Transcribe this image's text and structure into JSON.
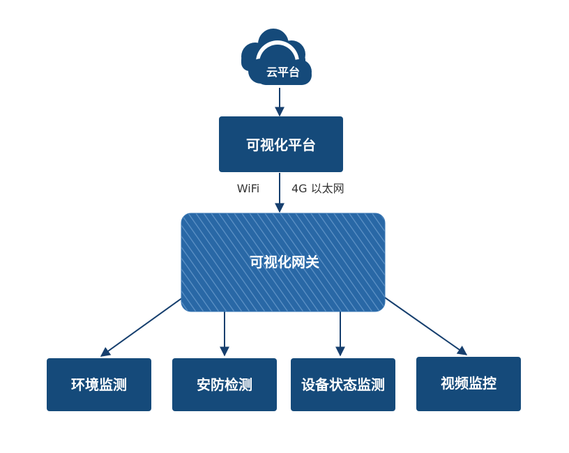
{
  "nodes": {
    "cloud": "云平台",
    "platform": "可视化平台",
    "gateway": "可视化网关",
    "env": "环境监测",
    "security": "安防检测",
    "device": "设备状态监测",
    "video": "视频监控"
  },
  "links": {
    "wifi": "WiFi",
    "cellular_ethernet": "4G 以太网"
  },
  "colors": {
    "box": "#154a7a",
    "gateway": "#2968a6",
    "edge": "#163f6e"
  }
}
